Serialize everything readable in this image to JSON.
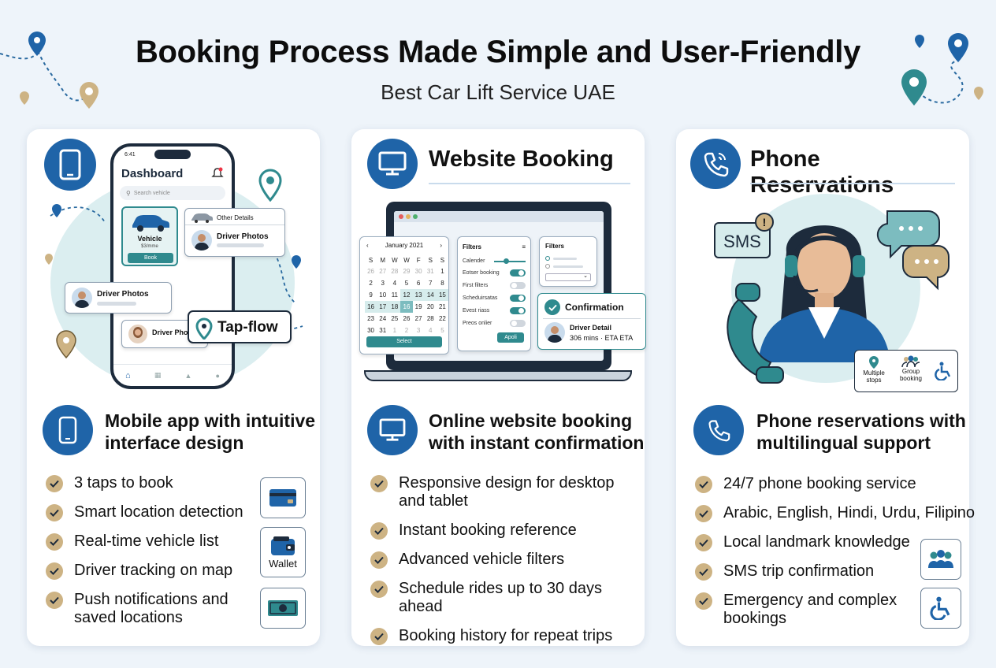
{
  "header": {
    "title": "Booking Process Made Simple and User-Friendly",
    "subtitle": "Best Car Lift Service UAE"
  },
  "mobile": {
    "phone": {
      "status_time": "6:41",
      "dashboard_title": "Dashboard",
      "search_placeholder": "Search vehicle",
      "vehicle_label": "Vehicle",
      "vehicle_price": "$3/mme",
      "book_button": "Book",
      "other_details": "Other Details",
      "driver_photos_1": "Driver Photos",
      "driver_photos_2": "Driver Photos",
      "driver_photo_3": "Driver Phot",
      "tap_flow": "Tap-flow"
    },
    "section_title_line1": "Mobile app with intuitive",
    "section_title_line2": "interface design",
    "features": [
      "3 taps to book",
      "Smart location detection",
      "Real-time vehicle list",
      "Driver tracking on map",
      "Push notifications and",
      "saved locations"
    ],
    "side_icons": [
      "credit-card-icon",
      "wallet-icon",
      "cash-icon"
    ],
    "wallet_label": "Wallet"
  },
  "website": {
    "card_title": "Website Booking",
    "calendar": {
      "month": "January 2021",
      "weekdays": [
        "S",
        "M",
        "W",
        "W",
        "F",
        "S",
        "S"
      ],
      "rows": [
        [
          "26",
          "27",
          "28",
          "29",
          "30",
          "31",
          "1"
        ],
        [
          "2",
          "3",
          "4",
          "5",
          "6",
          "7",
          "8"
        ],
        [
          "9",
          "10",
          "11",
          "12",
          "13",
          "14",
          "15"
        ],
        [
          "16",
          "17",
          "18",
          "16",
          "19",
          "20",
          "21"
        ],
        [
          "23",
          "24",
          "25",
          "26",
          "27",
          "28",
          "22"
        ],
        [
          "30",
          "31",
          "1",
          "2",
          "3",
          "4",
          "5"
        ]
      ],
      "select_button": "Select"
    },
    "filters_panel": {
      "title": "Filters",
      "rows": [
        "Calender",
        "Eotser booking",
        "First filters",
        "Scheduirsatas",
        "Evest riass",
        "Preos onlier"
      ],
      "apply_button": "Apoli"
    },
    "filters_panel2": {
      "title": "Filters"
    },
    "confirmation": {
      "title": "Confirmation",
      "driver": "Driver Detail",
      "eta": "306 mins · ETA ETA"
    },
    "section_title_line1": "Online website booking",
    "section_title_line2": "with instant confirmation",
    "features": [
      "Responsive design for desktop",
      "and tablet",
      "Instant booking reference",
      "Advanced vehicle filters",
      "Schedule rides up to 30 days ahead",
      "Booking history for repeat trips"
    ]
  },
  "phone_res": {
    "card_title": "Phone Reservations",
    "sms_label": "SMS",
    "badge_multiple": "Multiple stops",
    "badge_group": "Group booking",
    "section_title_line1": "Phone reservations with",
    "section_title_line2": "multilingual support",
    "features": [
      "24/7 phone booking service",
      "Arabic, English, Hindi, Urdu, Filipino",
      "Local landmark knowledge",
      "SMS trip confirmation",
      "Emergency and complex",
      "bookings"
    ],
    "side_icons": [
      "group-icon",
      "wheelchair-icon"
    ]
  },
  "colors": {
    "primary_blue": "#1f64a8",
    "teal": "#2f8a8e",
    "gold": "#cdb384",
    "background": "#eef4fa"
  }
}
